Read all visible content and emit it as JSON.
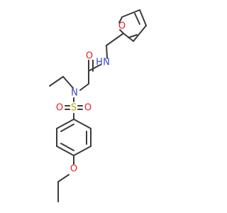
{
  "molecule": {
    "atoms": {
      "furan_o": {
        "symbol": "O",
        "color": "#e3241b"
      },
      "amide_o": {
        "symbol": "O",
        "color": "#e3241b"
      },
      "amide_n": {
        "symbol": "N",
        "color": "#3a43c9"
      },
      "amide_h": {
        "symbol": "H",
        "color": "#3a43c9"
      },
      "sulfonyl_n": {
        "symbol": "N",
        "color": "#3a43c9"
      },
      "sulfur": {
        "symbol": "S",
        "color": "#b8a400"
      },
      "sulfonyl_o_left": {
        "symbol": "O",
        "color": "#e3241b"
      },
      "sulfonyl_o_right": {
        "symbol": "O",
        "color": "#e3241b"
      },
      "ether_o": {
        "symbol": "O",
        "color": "#e3241b"
      }
    }
  }
}
